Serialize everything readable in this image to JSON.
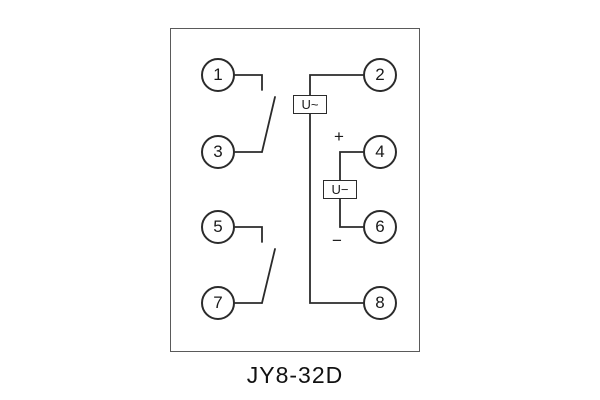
{
  "caption": "JY8-32D",
  "terminals": [
    "1",
    "2",
    "3",
    "4",
    "5",
    "6",
    "7",
    "8"
  ],
  "labels": {
    "ac_source": "U~",
    "dc_source": "U−",
    "plus": "+",
    "minus": "−"
  },
  "colors": {
    "line": "#2b2b2b",
    "frame": "#5a5a5a",
    "background": "#ffffff",
    "text": "#1a1a1a"
  }
}
